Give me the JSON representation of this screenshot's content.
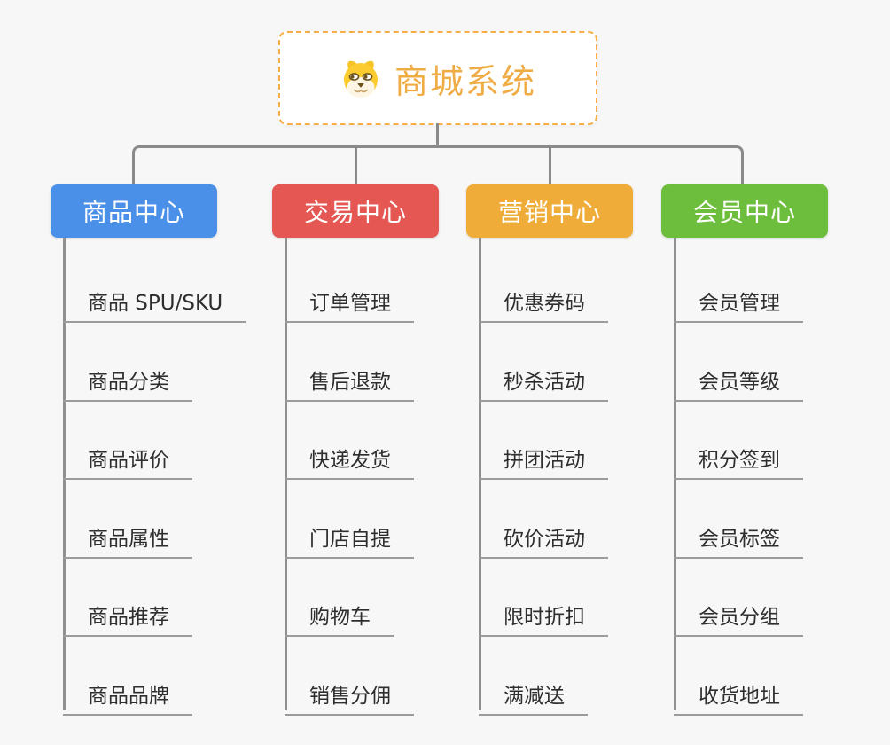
{
  "background": "#F7F7F7",
  "connector_color": "#8A8A8A",
  "root": {
    "title": "商城系统",
    "icon": "doge-face-icon",
    "text_color": "#F0AC44",
    "border_color": "#F6AF46"
  },
  "branches": [
    {
      "label": "商品中心",
      "color": "#4A90E8",
      "items": [
        "商品 SPU/SKU",
        "商品分类",
        "商品评价",
        "商品属性",
        "商品推荐",
        "商品品牌"
      ]
    },
    {
      "label": "交易中心",
      "color": "#E45752",
      "items": [
        "订单管理",
        "售后退款",
        "快递发货",
        "门店自提",
        "购物车",
        "销售分佣"
      ]
    },
    {
      "label": "营销中心",
      "color": "#EFAC38",
      "items": [
        "优惠券码",
        "秒杀活动",
        "拼团活动",
        "砍价活动",
        "限时折扣",
        "满减送"
      ]
    },
    {
      "label": "会员中心",
      "color": "#6EBE3E",
      "items": [
        "会员管理",
        "会员等级",
        "积分签到",
        "会员标签",
        "会员分组",
        "收货地址"
      ]
    }
  ]
}
